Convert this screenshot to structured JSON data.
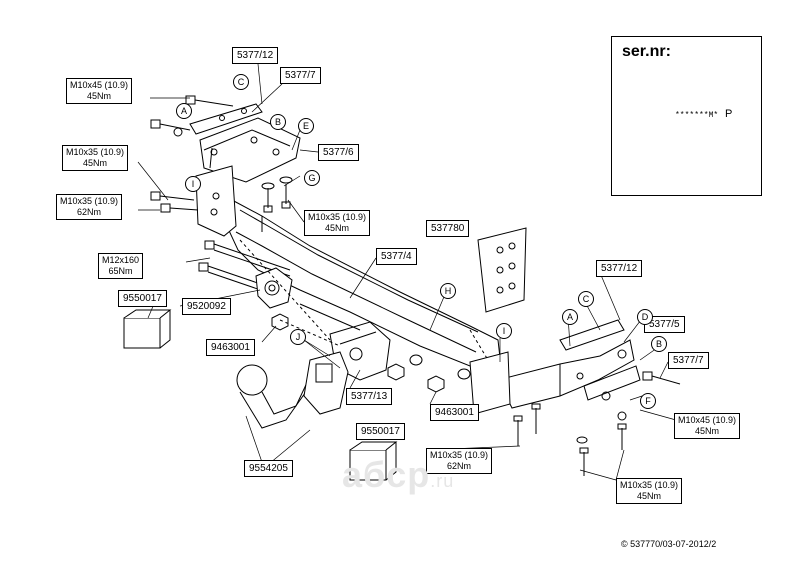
{
  "specs": {
    "top_left": {
      "bolt": "M10x45 (10.9)",
      "torque": "45Nm"
    },
    "left_upper": {
      "bolt": "M10x35 (10.9)",
      "torque": "45Nm"
    },
    "left_lower": {
      "bolt": "M10x35 (10.9)",
      "torque": "62Nm"
    },
    "center": {
      "bolt": "M10x35 (10.9)",
      "torque": "45Nm"
    },
    "long_bolt": {
      "bolt": "M12x160",
      "torque": "65Nm"
    },
    "right_upper": {
      "bolt": "M10x45 (10.9)",
      "torque": "45Nm"
    },
    "bottom_center": {
      "bolt": "M10x35 (10.9)",
      "torque": "62Nm"
    },
    "bottom_right": {
      "bolt": "M10x35 (10.9)",
      "torque": "45Nm"
    }
  },
  "parts": {
    "p_5377_12_left": "5377/12",
    "p_5377_7_left": "5377/7",
    "p_5377_6": "5377/6",
    "p_537780": "537780",
    "p_5377_4": "5377/4",
    "p_9550017_left": "9550017",
    "p_9520092": "9520092",
    "p_9463001_left": "9463001",
    "p_5377_13": "5377/13",
    "p_9463001_right": "9463001",
    "p_9550017_bottom": "9550017",
    "p_9554205": "9554205",
    "p_5377_12_right": "5377/12",
    "p_5377_5": "5377/5",
    "p_5377_7_right": "5377/7"
  },
  "letters": {
    "a_left": "A",
    "c_left": "C",
    "b_left": "B",
    "e_left": "E",
    "g_left": "G",
    "i_left": "I",
    "j_left": "J",
    "h_center": "H",
    "i_right": "I",
    "a_right": "A",
    "c_right": "C",
    "d_right": "D",
    "b_right": "B",
    "f_right": "F"
  },
  "serial": {
    "title": "ser.nr:",
    "code": "*******M*",
    "p_label": "P"
  },
  "watermark": {
    "brand": "aбcp",
    "tld": ".ru"
  },
  "copyright": "© 537770/03-07-2012/2"
}
